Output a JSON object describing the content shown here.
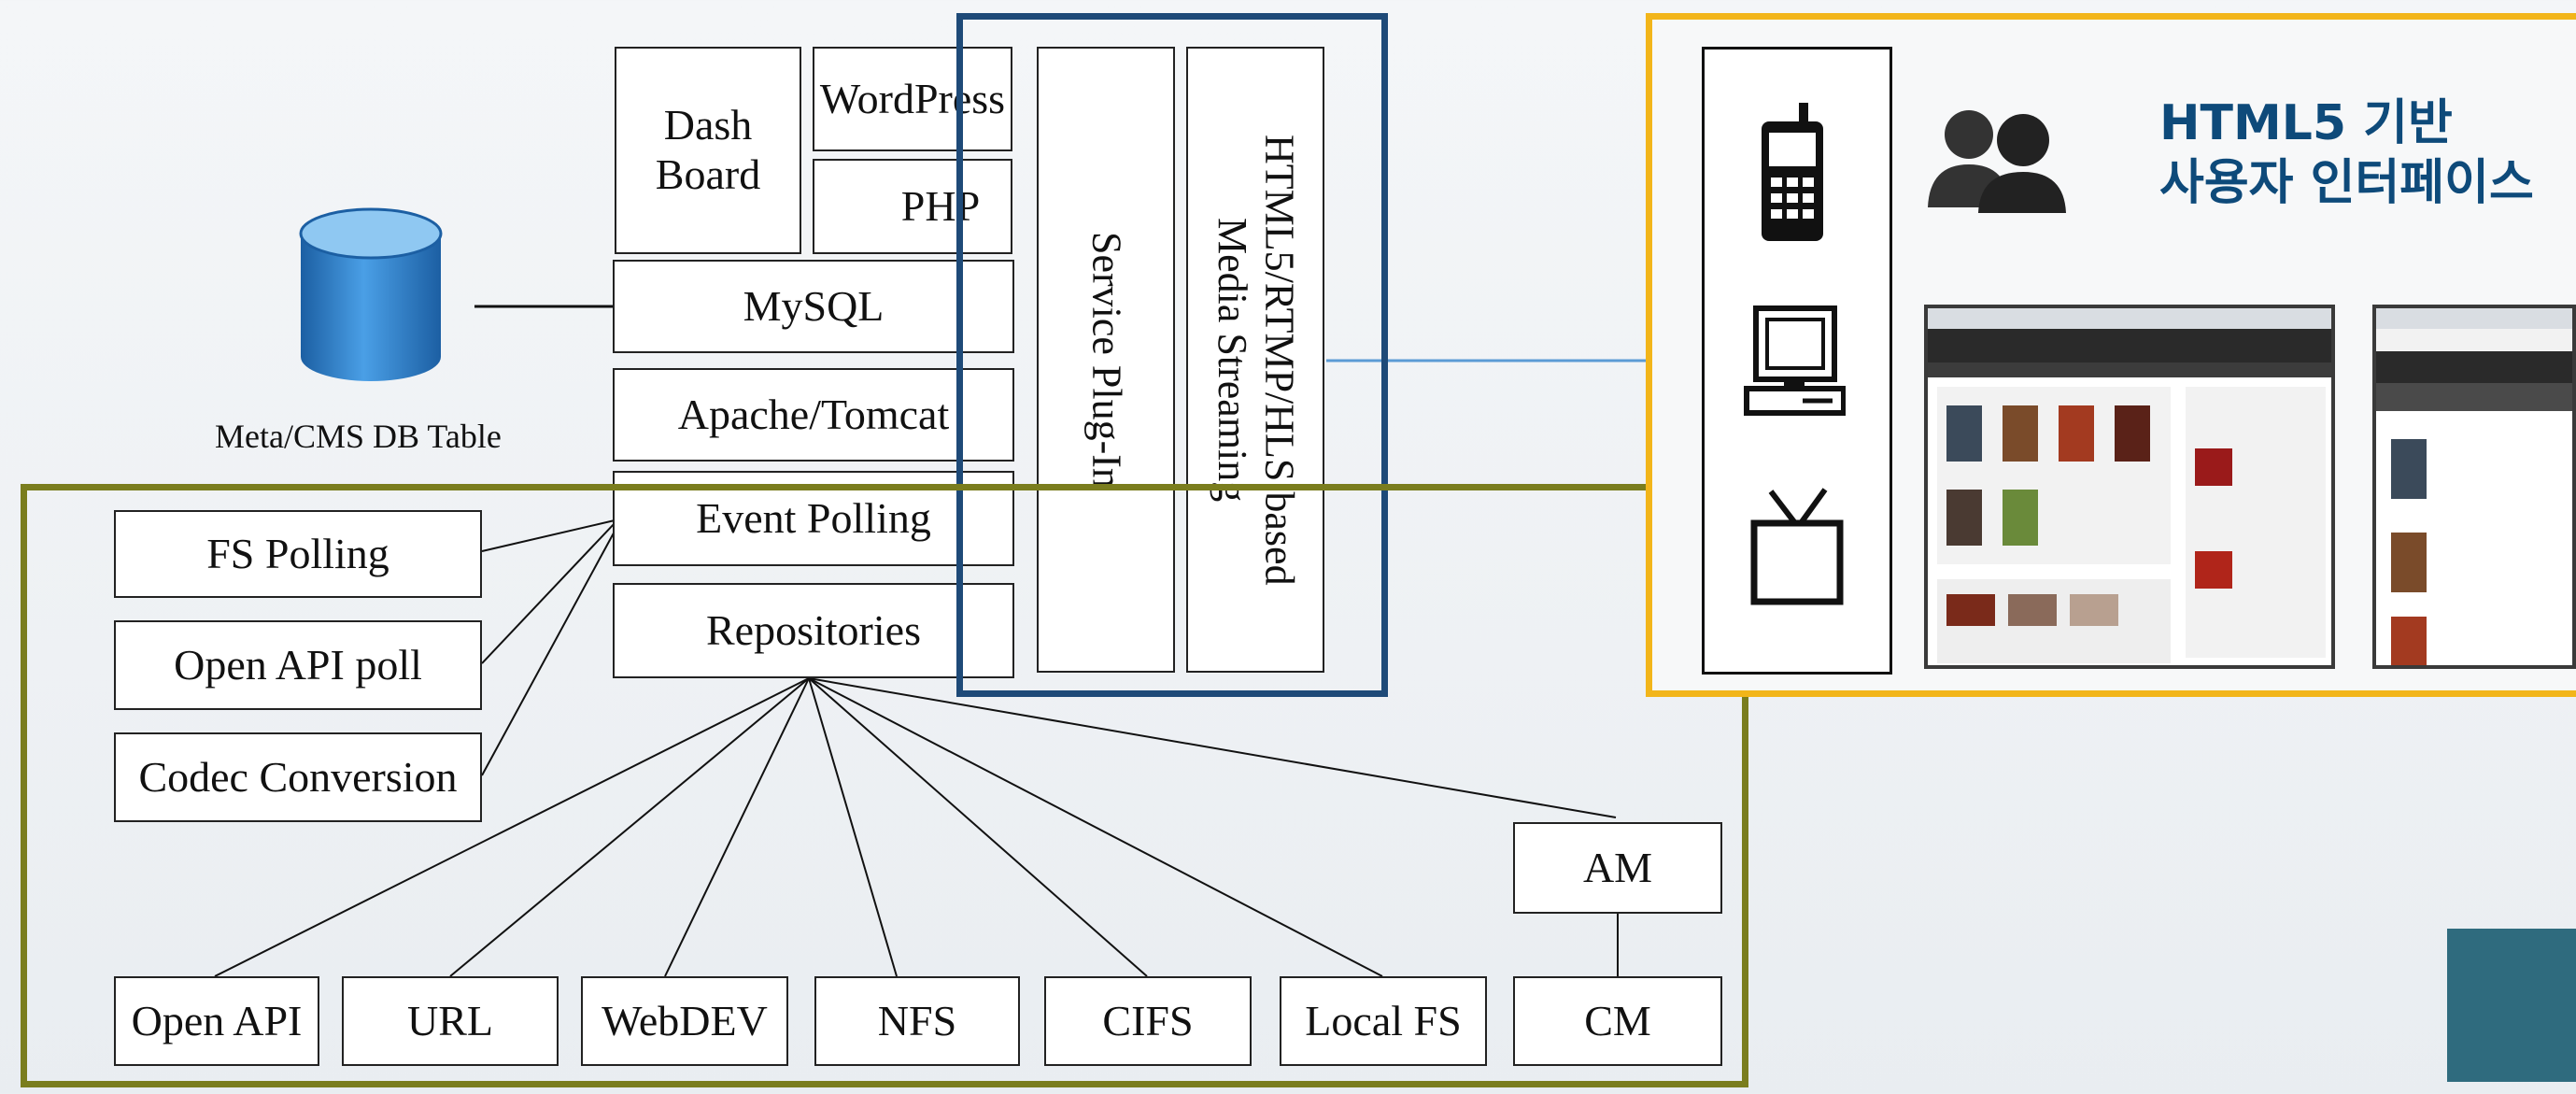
{
  "diagram": {
    "db_label": "Meta/CMS DB Table",
    "stack": {
      "dashboard": "Dash\nBoard",
      "wordpress": "WordPress",
      "php": "PHP",
      "mysql": "MySQL",
      "apache": "Apache/Tomcat",
      "event_polling": "Event Polling",
      "repositories": "Repositories",
      "service_plugin": "Service Plug-In",
      "streaming": "HTML5/RTMP/HLS based\nMedia Streaming"
    },
    "pollers": [
      "FS Polling",
      "Open API poll",
      "Codec Conversion"
    ],
    "sources": [
      "Open API",
      "URL",
      "WebDEV",
      "NFS",
      "CIFS",
      "Local FS"
    ],
    "am": "AM",
    "cm": "CM"
  },
  "ui_panel": {
    "title_line1": "HTML5 기반",
    "title_line2": "사용자 인터페이스",
    "devices": [
      "mobile-phone-icon",
      "desktop-computer-icon",
      "tv-icon"
    ]
  },
  "colors": {
    "green_frame": "#7a7d1e",
    "blue_frame": "#1e4a78",
    "yellow_frame": "#f2b51a",
    "arrow": "#5b9bd5",
    "title": "#0e4a7a",
    "db_blue": "#2f7fc9"
  }
}
